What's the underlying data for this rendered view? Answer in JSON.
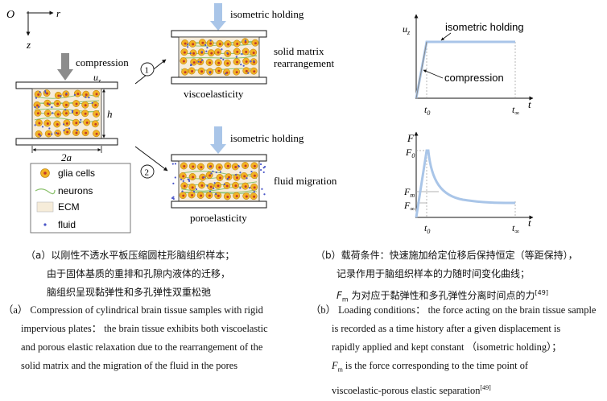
{
  "axes_origin": {
    "origin": "O",
    "r": "r",
    "z": "z"
  },
  "labels": {
    "compression": "compression",
    "uz": "u",
    "uz_sub": "z",
    "h": "h",
    "width": "2a",
    "num1": "1",
    "num2": "2",
    "isometric_holding_1": "isometric holding",
    "isometric_holding_2": "isometric holding",
    "solid_matrix_1": "solid matrix",
    "solid_matrix_2": "rearrangement",
    "viscoelasticity": "viscoelasticity",
    "fluid_migration": "fluid migration",
    "poroelasticity": "poroelasticity"
  },
  "legend": {
    "glia": "glia cells",
    "neurons": "neurons",
    "ecm": "ECM",
    "fluid": "fluid"
  },
  "graph_top": {
    "ylabel": "u",
    "ylabel_sub": "z",
    "xlabel": "t",
    "annotation_hold": "isometric holding",
    "annotation_comp": "compression",
    "t0": "t",
    "t0_sub": "0",
    "tinf": "t",
    "tinf_sub": "∞"
  },
  "graph_bottom": {
    "ylabel": "F",
    "xlabel": "t",
    "F0": "F",
    "F0_sub": "0",
    "Fm": "F",
    "Fm_sub": "m",
    "Finf": "F",
    "Finf_sub": "∞",
    "t0": "t",
    "t0_sub": "0",
    "tinf": "t",
    "tinf_sub": "∞"
  },
  "caption_cn": {
    "a1": "（a）以刚性不透水平板压缩圆柱形脑组织样本；",
    "a2": "由于固体基质的重排和孔隙内液体的迁移，",
    "a3": "脑组织呈现黏弹性和多孔弹性双重松弛",
    "b1": "（b）载荷条件：快速施加给定位移后保持恒定（等距保持），",
    "b2": "记录作用于脑组织样本的力随时间变化曲线；",
    "b3_F": "F",
    "b3_sub": "m",
    "b3": " 为对应于黏弹性和多孔弹性分离时间点的力",
    "b3_ref": "[49]"
  },
  "caption_en": {
    "a1": "（a） Compression of cylindrical brain tissue samples with rigid",
    "a2": "impervious plates： the brain tissue exhibits both viscoelastic",
    "a3": "and porous elastic relaxation due to the rearrangement of the",
    "a4": "solid matrix and the migration of the fluid in the pores",
    "b1": "（b） Loading conditions： the force acting on the brain tissue sample",
    "b2": "is recorded as a time history after a given displacement is",
    "b3": "rapidly applied and kept constant （isometric holding）；",
    "b4_F": "F",
    "b4_sub": "m",
    "b4": " is the force corresponding to the time point of",
    "b5": "viscoelastic-porous elastic separation",
    "b5_ref": "[49]"
  },
  "colors": {
    "glia_fill": "#f3b323",
    "glia_nucleus": "#c0392b",
    "neuron": "#8dc26f",
    "ecm": "#f6ecd9",
    "fluid": "#4a56c8",
    "arrow_blue": "#a9c5e8",
    "arrow_gray": "#8c8c8c",
    "curve": "#a9c5e8"
  }
}
